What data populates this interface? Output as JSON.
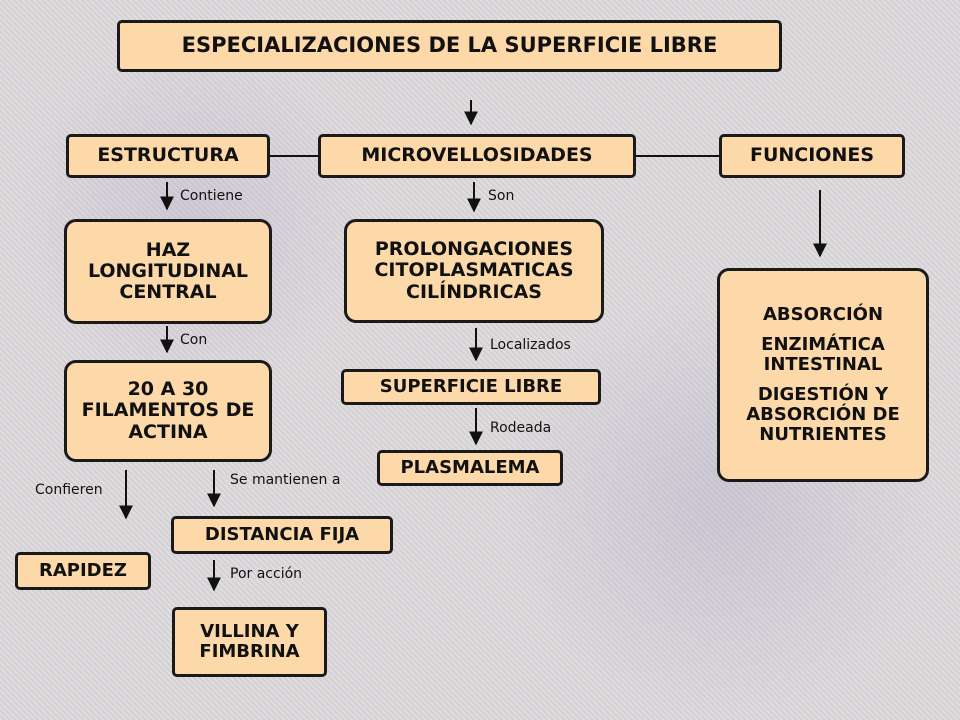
{
  "nodes": {
    "title": "ESPECIALIZACIONES DE LA SUPERFICIE LIBRE",
    "estructura": "ESTRUCTURA",
    "microvellosidades": "MICROVELLOSIDADES",
    "funciones": "FUNCIONES",
    "haz": [
      "HAZ",
      "LONGITUDINAL",
      "CENTRAL"
    ],
    "filamentos": [
      "20 A 30",
      "FILAMENTOS DE",
      "ACTINA"
    ],
    "rapidez": "RAPIDEZ",
    "distancia": "DISTANCIA FIJA",
    "villina": [
      "VILLINA Y",
      "FIMBRINA"
    ],
    "prolongaciones": [
      "PROLONGACIONES",
      "CITOPLASMATICAS",
      "CILÍNDRICAS"
    ],
    "superficie": "SUPERFICIE LIBRE",
    "plasmalema": "PLASMALEMA",
    "funciones_list": [
      "ABSORCIÓN",
      "ENZIMÁTICA INTESTINAL",
      "DIGESTIÓN Y ABSORCIÓN DE NUTRIENTES"
    ]
  },
  "links": {
    "contiene": "Contiene",
    "con": "Con",
    "confieren": "Confieren",
    "se_mantienen": "Se mantienen a",
    "por_accion": "Por acción",
    "son": "Son",
    "localizados": "Localizados",
    "rodeada": "Rodeada"
  }
}
